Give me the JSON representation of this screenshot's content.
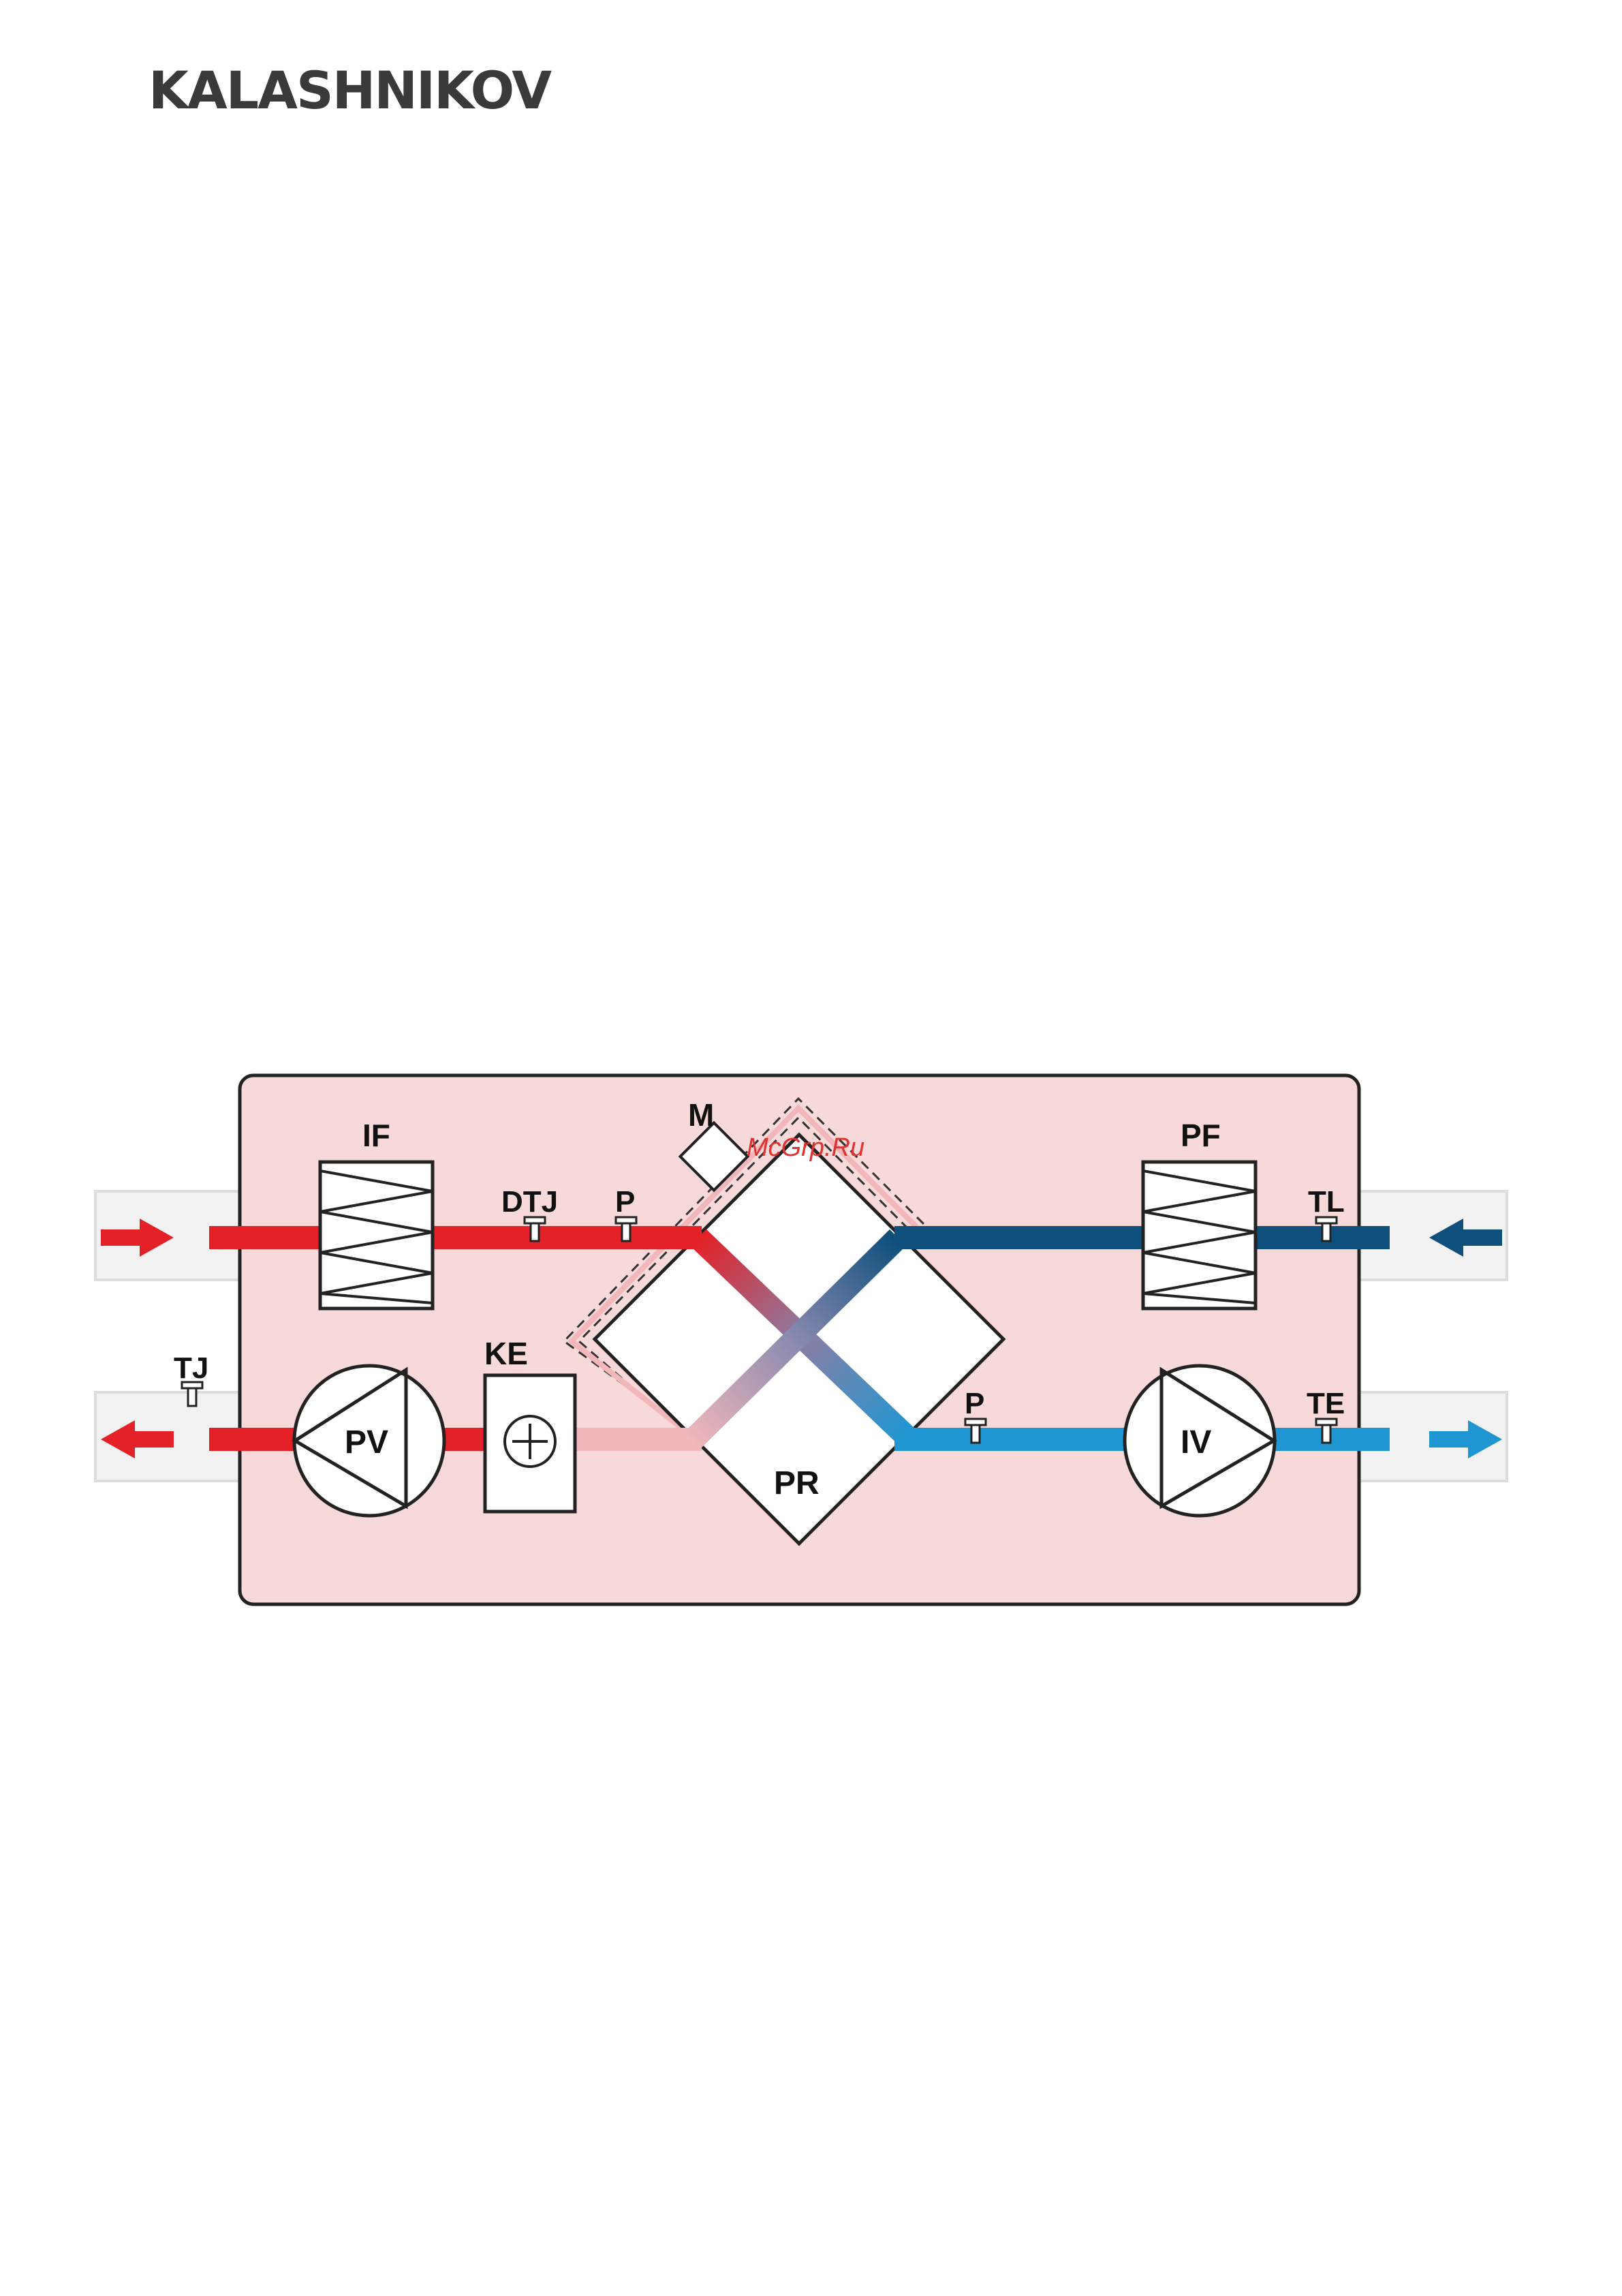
{
  "brand": {
    "name": "KALASHNIKOV"
  },
  "watermark": "McGrp.Ru",
  "labels": {
    "if": "IF",
    "pf": "PF",
    "m": "M",
    "dtj": "DTJ",
    "p_top": "P",
    "tl": "TL",
    "tj": "TJ",
    "ke": "KE",
    "pv": "PV",
    "iv": "IV",
    "pr": "PR",
    "p_bottom": "P",
    "te": "TE"
  },
  "colors": {
    "casing": "#f8d9d9",
    "hot": "#e32127",
    "warm_pale": "#f1b7ba",
    "cold_dark": "#0f4f7c",
    "cold_light": "#1f96d2",
    "duct": "#f2f2f2"
  }
}
